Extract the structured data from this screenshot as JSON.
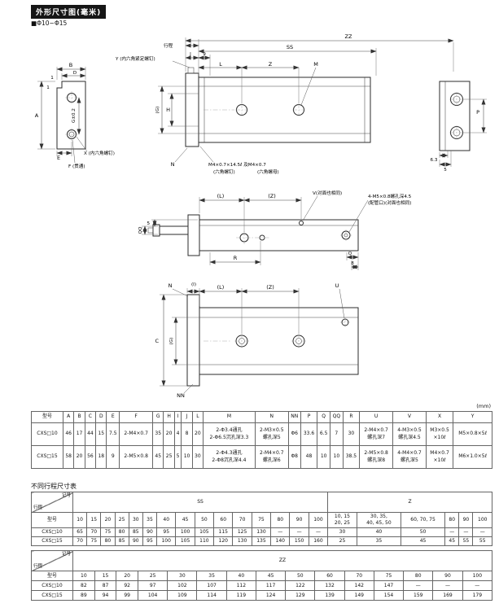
{
  "header": {
    "badge": "外形尺寸图(毫米)",
    "size_range": "■Φ10~Φ15"
  },
  "drawing1": {
    "front": {
      "b": "B",
      "d": "D",
      "one_top": "1",
      "one_left": "1",
      "a": "A",
      "g_tol": "G±0.2",
      "e": "E",
      "f_note": "F (贯通)",
      "x_note": "X (内六角螺钉)"
    },
    "side": {
      "stroke": "行程",
      "zz": "ZZ",
      "ss": "SS",
      "j": "J",
      "nine": "9",
      "l": "L",
      "z": "Z",
      "m": "M",
      "y_note": "Y (内六角紧定螺钉)",
      "g": "(G)",
      "h": "H",
      "n": "N",
      "thread_note": "M4×0.7×14.5ℓ 及M4×0.7",
      "hex_screw": "(六角螺钉)",
      "hex_nut": "(六角螺母)"
    },
    "end": {
      "p": "P",
      "d63": "6.3",
      "d5": "5"
    }
  },
  "drawing2": {
    "l": "(L)",
    "z": "(Z)",
    "v_note": "V(对面也相同)",
    "port_note1": "4-M5×0.8螺孔深4.5",
    "port_note2": "(配管口)(对面也相同)",
    "d5": "5",
    "qq": "QQ",
    "r": "R",
    "q": "Q",
    "eight": "8"
  },
  "drawing3": {
    "n": "N",
    "i": "(I)",
    "l": "(L)",
    "z": "(Z)",
    "u": "U",
    "c": "C",
    "g": "(G)",
    "nn": "NN"
  },
  "dim_table": {
    "unit": "(mm)",
    "headers": [
      "型号",
      "A",
      "B",
      "C",
      "D",
      "E",
      "F",
      "G",
      "H",
      "I",
      "J",
      "L",
      "M",
      "N",
      "NN",
      "P",
      "Q",
      "QQ",
      "R",
      "U",
      "V",
      "X",
      "Y"
    ],
    "rows": [
      [
        "CXS□10",
        "46",
        "17",
        "44",
        "15",
        "7.5",
        "2-M4×0.7",
        "35",
        "20",
        "4",
        "8",
        "20",
        "2-Φ3.4通孔\n2-Φ6.5沉孔深3.3",
        "2-M3×0.5\n螺孔深5",
        "Φ6",
        "33.6",
        "6.5",
        "7",
        "30",
        "2-M4×0.7\n螺孔深7",
        "4-M3×0.5\n螺孔深4.5",
        "M3×0.5\n×10ℓ",
        "M5×0.8×5ℓ"
      ],
      [
        "CXS□15",
        "58",
        "20",
        "56",
        "18",
        "9",
        "2-M5×0.8",
        "45",
        "25",
        "5",
        "10",
        "30",
        "2-Φ4.3通孔\n2-Φ8沉孔深4.4",
        "2-M4×0.7\n螺孔深6",
        "Φ8",
        "48",
        "10",
        "10",
        "38.5",
        "2-M5×0.8\n螺孔深8",
        "4-M4×0.7\n螺孔深5",
        "M4×0.7\n×10ℓ",
        "M6×1.0×5ℓ"
      ]
    ]
  },
  "stroke_section": {
    "title": "不同行程尺寸表",
    "ss_table": {
      "diag_top": "记号",
      "diag_bottom": "行程",
      "model_header": "型号",
      "ss_label": "SS",
      "z_label": "Z",
      "stroke_headers": [
        "10",
        "15",
        "20",
        "25",
        "30",
        "35",
        "40",
        "45",
        "50",
        "60",
        "70",
        "75",
        "80",
        "90",
        "100",
        "10, 15\n20, 25",
        "30, 35,\n40, 45, 50",
        "60, 70, 75",
        "80",
        "90",
        "100"
      ],
      "rows": [
        [
          "CXS□10",
          "65",
          "70",
          "75",
          "80",
          "85",
          "90",
          "95",
          "100",
          "105",
          "115",
          "125",
          "130",
          "—",
          "—",
          "—",
          "30",
          "40",
          "50",
          "—",
          "—",
          "—"
        ],
        [
          "CXS□15",
          "70",
          "75",
          "80",
          "85",
          "90",
          "95",
          "100",
          "105",
          "110",
          "120",
          "130",
          "135",
          "140",
          "150",
          "160",
          "25",
          "35",
          "45",
          "45",
          "55",
          "55"
        ]
      ]
    },
    "zz_table": {
      "diag_top": "记号",
      "diag_bottom": "行程",
      "model_header": "型号",
      "zz_label": "ZZ",
      "stroke_headers": [
        "10",
        "15",
        "20",
        "25",
        "30",
        "35",
        "40",
        "45",
        "50",
        "60",
        "70",
        "75",
        "80",
        "90",
        "100"
      ],
      "rows": [
        [
          "CXS□10",
          "82",
          "87",
          "92",
          "97",
          "102",
          "107",
          "112",
          "117",
          "122",
          "132",
          "142",
          "147",
          "—",
          "—",
          "—"
        ],
        [
          "CXS□15",
          "89",
          "94",
          "99",
          "104",
          "109",
          "114",
          "119",
          "124",
          "129",
          "139",
          "149",
          "154",
          "159",
          "169",
          "179"
        ]
      ]
    }
  }
}
